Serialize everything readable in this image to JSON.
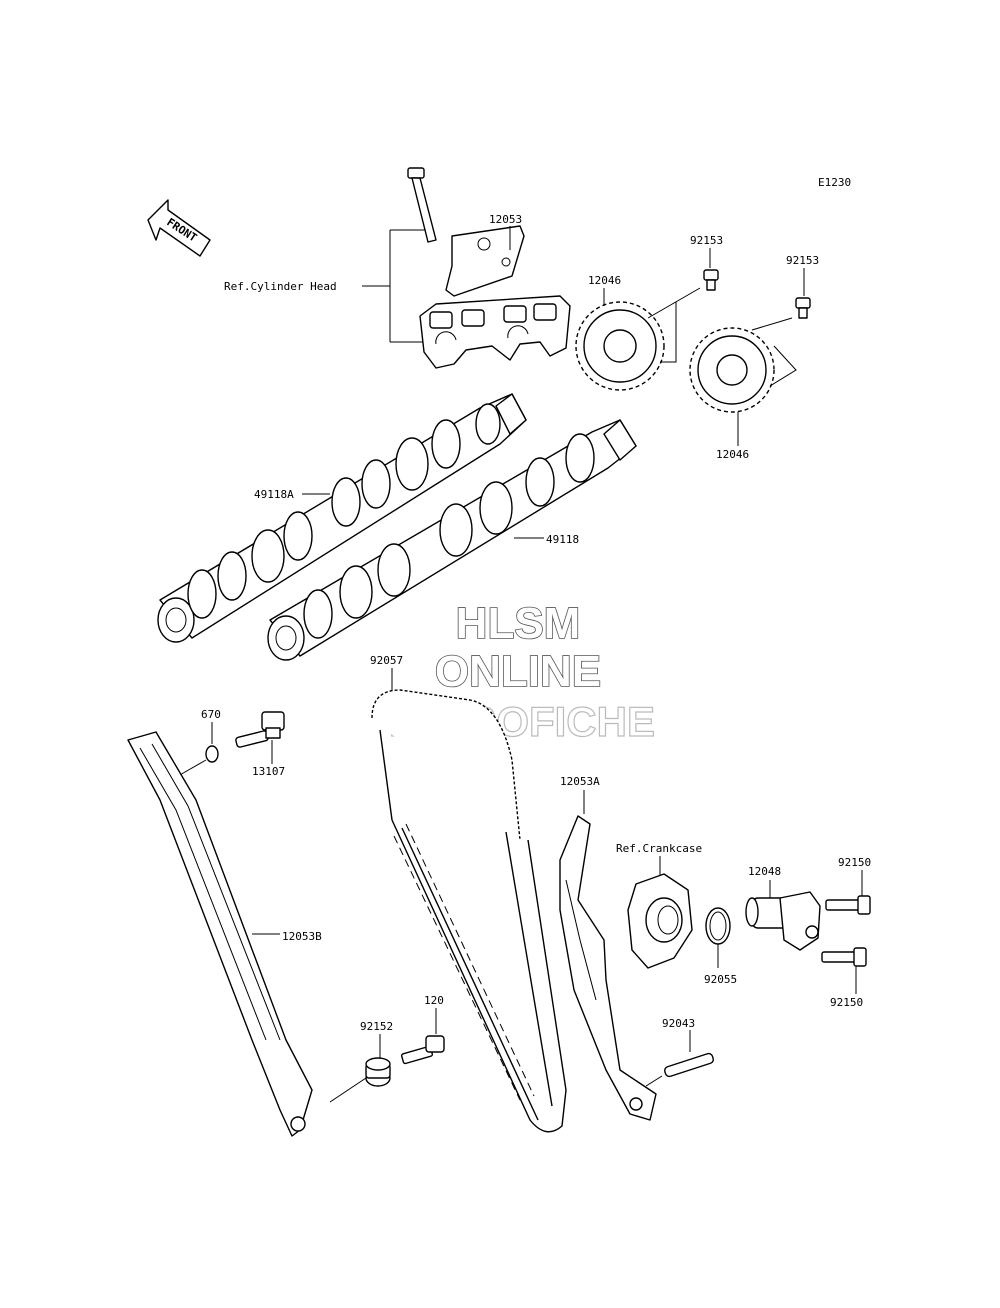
{
  "diagram_code": "E1230",
  "front_label": "FRONT",
  "ref_labels": {
    "cylinder_head": "Ref.Cylinder Head",
    "crankcase": "Ref.Crankcase"
  },
  "watermark": {
    "line1": "HLSM",
    "line2": "ONLINE",
    "line3": "MICROFICHE"
  },
  "parts": {
    "p12053": "12053",
    "p12046_a": "12046",
    "p12046_b": "12046",
    "p92153_a": "92153",
    "p92153_b": "92153",
    "p49118A": "49118A",
    "p49118": "49118",
    "p92057": "92057",
    "p670": "670",
    "p13107": "13107",
    "p12053A": "12053A",
    "p12048": "12048",
    "p92150_a": "92150",
    "p92150_b": "92150",
    "p92055": "92055",
    "p12053B": "12053B",
    "p120": "120",
    "p92152": "92152",
    "p92043": "92043"
  }
}
